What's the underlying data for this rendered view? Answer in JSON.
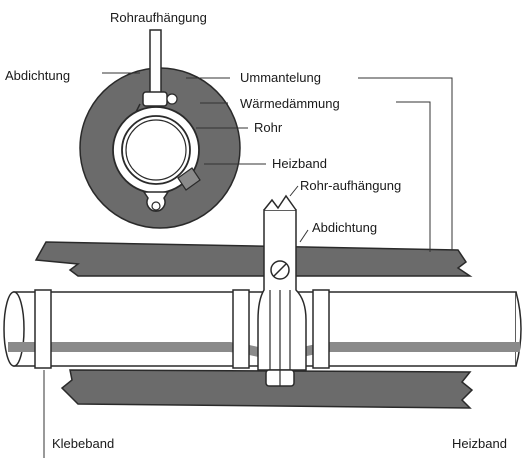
{
  "labels": {
    "pipe_hanger_top": "Rohraufhängung",
    "seal_top": "Abdichtung",
    "jacket": "Ummantelung",
    "insulation": "Wärmedämmung",
    "pipe": "Rohr",
    "heat_tape_top": "Heizband",
    "pipe_hanger_side": "Rohr-aufhängung",
    "seal_side": "Abdichtung",
    "adhesive_tape": "Klebeband",
    "heat_tape_bottom": "Heizband"
  },
  "colors": {
    "insulation": "#6b6b6b",
    "jacket_outline": "#2a2a2a",
    "pipe_fill": "#ffffff",
    "heat_tape": "#8a8a8a",
    "leader_line": "#333333"
  }
}
